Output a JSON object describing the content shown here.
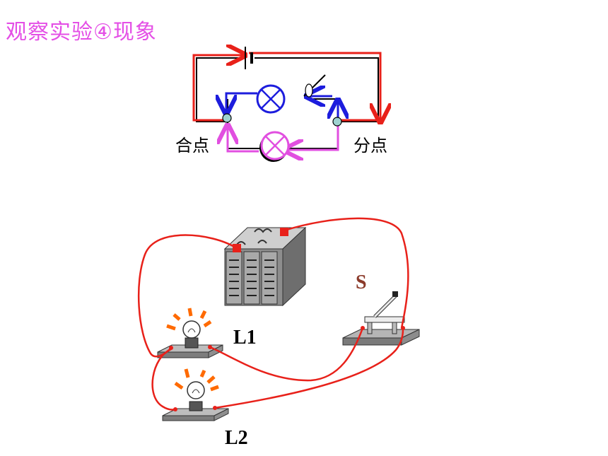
{
  "title": "观察实验④现象",
  "schematic": {
    "junction_merge_label": "合点",
    "junction_split_label": "分点"
  },
  "pictorial": {
    "switch_label": "S",
    "lamp1_label": "L1",
    "lamp2_label": "L2",
    "battery_plus": "+",
    "battery_minus": "-"
  },
  "colors": {
    "main_wire": "#e8211a",
    "branch_upper": "#1d1ddd",
    "branch_lower": "#e14fe0",
    "title": "#e44fe6",
    "switch_label": "#8b3a2a",
    "glow": "#ff6a00"
  }
}
